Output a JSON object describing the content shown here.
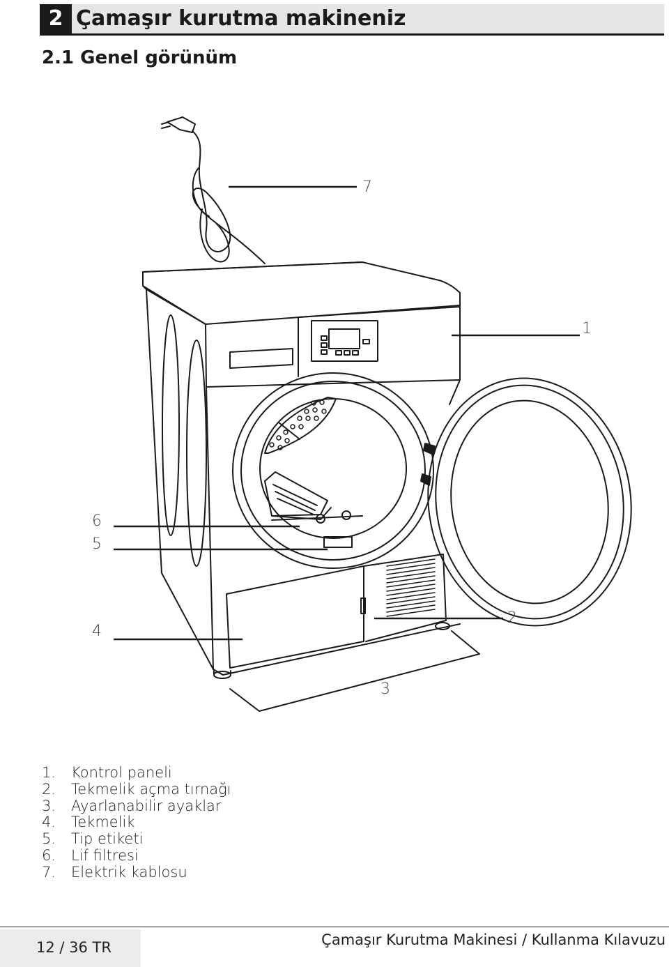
{
  "header": {
    "chapter_number": "2",
    "chapter_title": "Çamaşır kurutma makineniz",
    "section_title": "2.1 Genel görünüm"
  },
  "figure": {
    "callouts": [
      "7",
      "1",
      "6",
      "5",
      "4",
      "2",
      "3"
    ]
  },
  "legend": [
    {
      "num": "1.",
      "label": "Kontrol paneli"
    },
    {
      "num": "2.",
      "label": "Tekmelik açma tırnağı"
    },
    {
      "num": "3.",
      "label": "Ayarlanabilir ayaklar"
    },
    {
      "num": "4.",
      "label": "Tekmelik"
    },
    {
      "num": "5.",
      "label": "Tip etiketi"
    },
    {
      "num": "6.",
      "label": "Lif filtresi"
    },
    {
      "num": "7.",
      "label": "Elektrik kablosu"
    }
  ],
  "footer": {
    "page": "12 / 36  TR",
    "title": "Çamaşır Kurutma Makinesi / Kullanma Kılavuzu"
  }
}
